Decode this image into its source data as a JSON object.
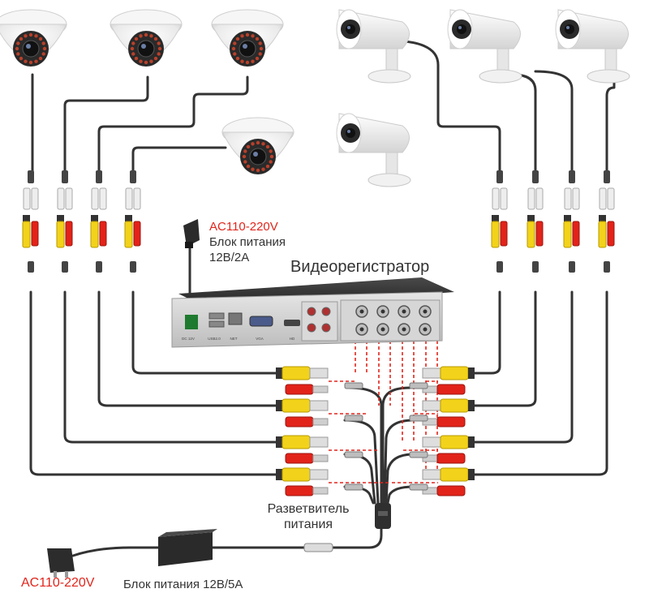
{
  "labels": {
    "dvr": "Видеорегистратор",
    "dvr_psu_voltage": "AC110-220V",
    "dvr_psu_name": "Блок питания",
    "dvr_psu_rating": "12В/2А",
    "splitter_line1": "Разветвитель",
    "splitter_line2": "питания",
    "main_voltage": "AC110-220V",
    "main_psu": "Блок питания 12В/5А"
  },
  "dvr_ports": [
    "DC 12V",
    "USB2.0",
    "NET",
    "VGA",
    "HD"
  ],
  "colors": {
    "cable": "#333333",
    "video_plug": "#f2d21a",
    "power_plug": "#e2231a",
    "accent_text": "#e1251b",
    "dashed_link": "#e1251b",
    "camera_body": "#f1f1f1",
    "dvr_body": "#2b2b2b"
  },
  "icons": [
    "dome-camera-icon",
    "bullet-camera-icon",
    "bnc-connector-icon",
    "dc-plug-icon",
    "wall-plug-icon",
    "power-adapter-icon",
    "dvr-recorder-icon"
  ]
}
